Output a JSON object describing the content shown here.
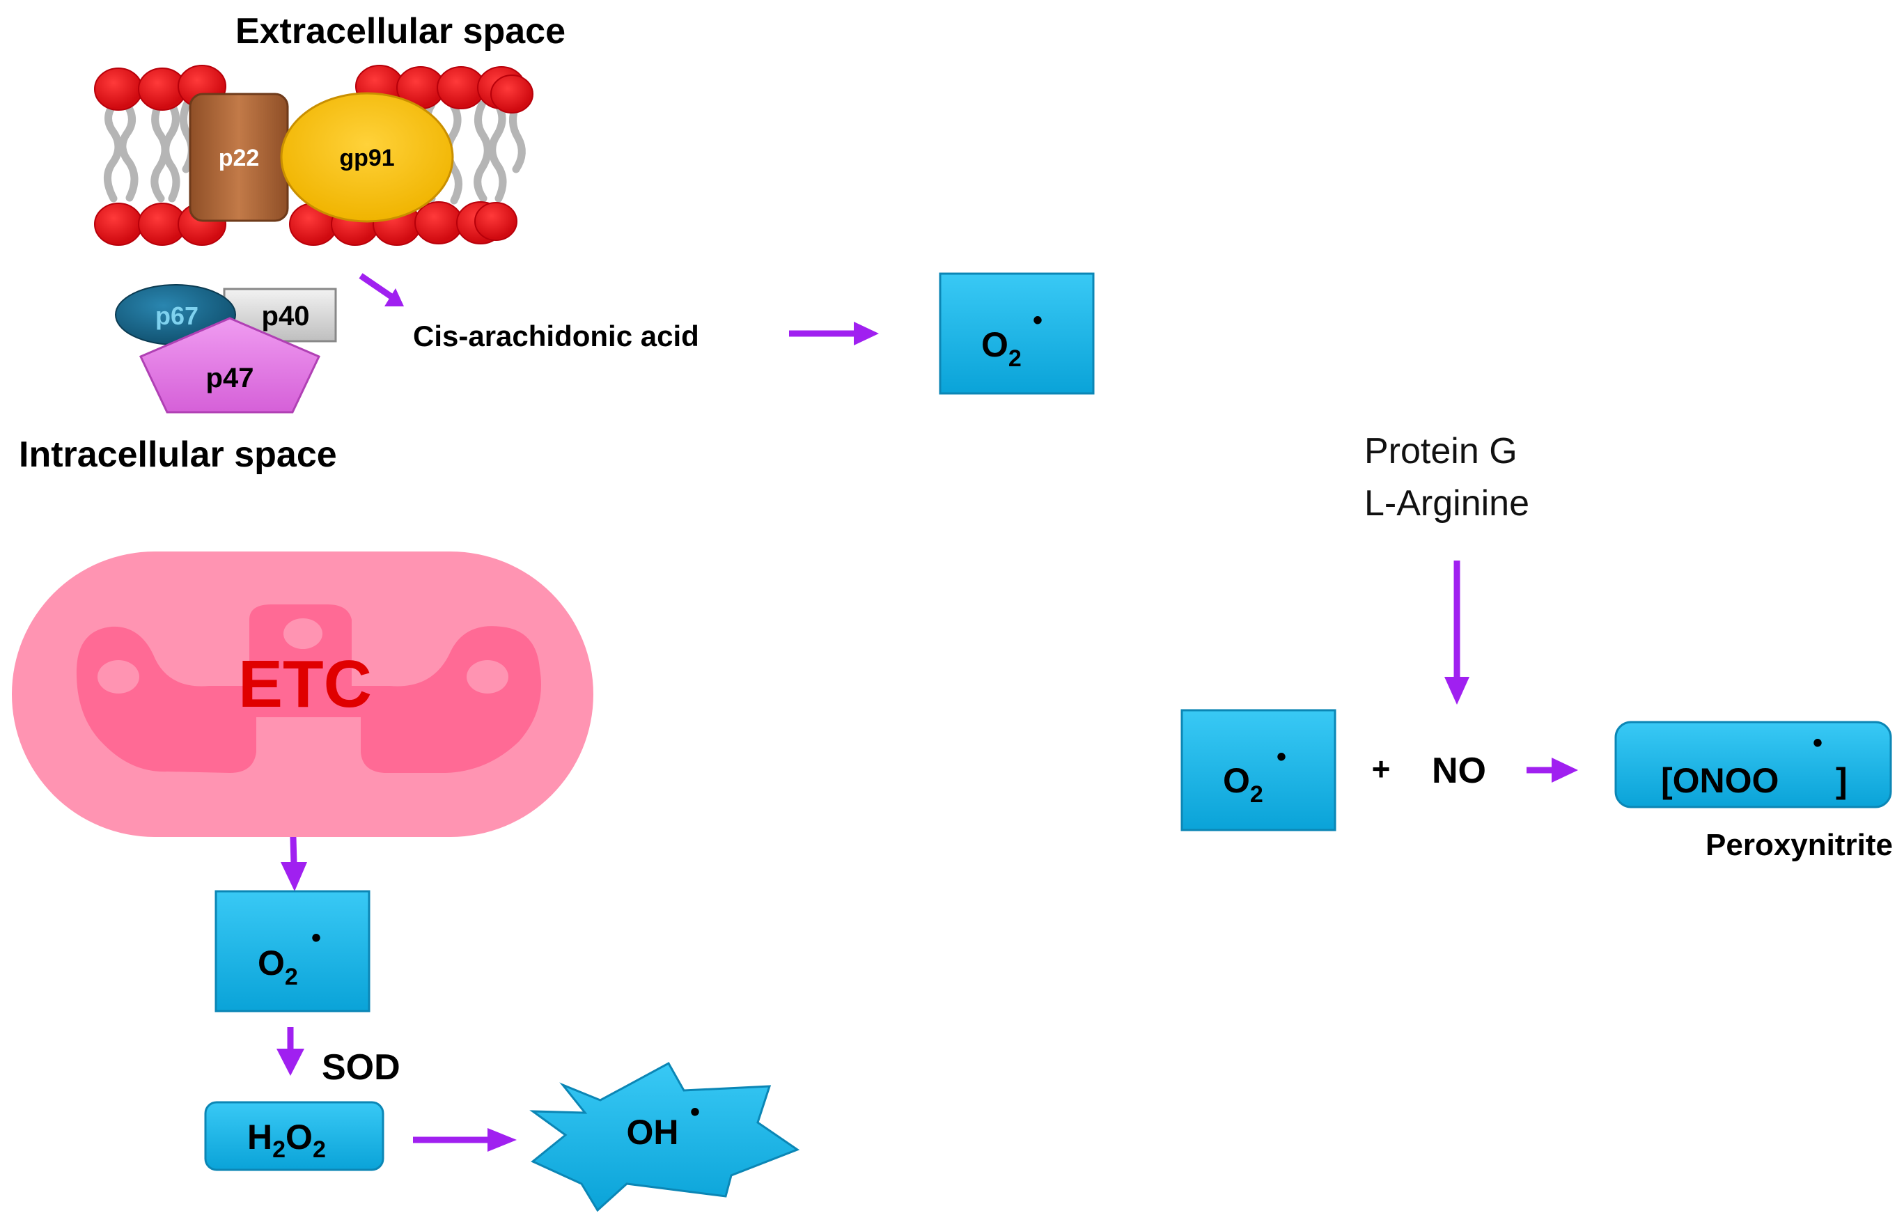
{
  "labels": {
    "extracellular": "Extracellular space",
    "intracellular": "Intracellular space",
    "cis_acid": "Cis-arachidonic acid",
    "protein_g": "Protein G",
    "l_arginine": "L-Arginine",
    "plus": "+",
    "no": "NO",
    "peroxynitrite": "Peroxynitrite",
    "sod": "SOD",
    "etc": "ETC"
  },
  "proteins": {
    "p22": "p22",
    "gp91": "gp91",
    "p67": "p67",
    "p40": "p40",
    "p47": "p47"
  },
  "species": {
    "superoxide_base": "O",
    "superoxide_sub": "2",
    "h2o2_h": "H",
    "h2o2_sub1": "2",
    "h2o2_o": "O",
    "h2o2_sub2": "2",
    "hydroxyl": "OH",
    "onoo_open": "[ONOO",
    "onoo_close": "]",
    "radical_dot": "•"
  },
  "colors": {
    "arrow": "#a020f0",
    "box_blue": "#17b5ea",
    "lipid_head": "#e8131b",
    "p22": "#b26a3c",
    "gp91": "#f9c400",
    "p67": "#1a6a8e",
    "p40": "#d9d9d9",
    "p47": "#e67de8",
    "mito_outer": "#ff94b2",
    "mito_inner": "#ff6a95",
    "etc_text": "#e00000"
  }
}
